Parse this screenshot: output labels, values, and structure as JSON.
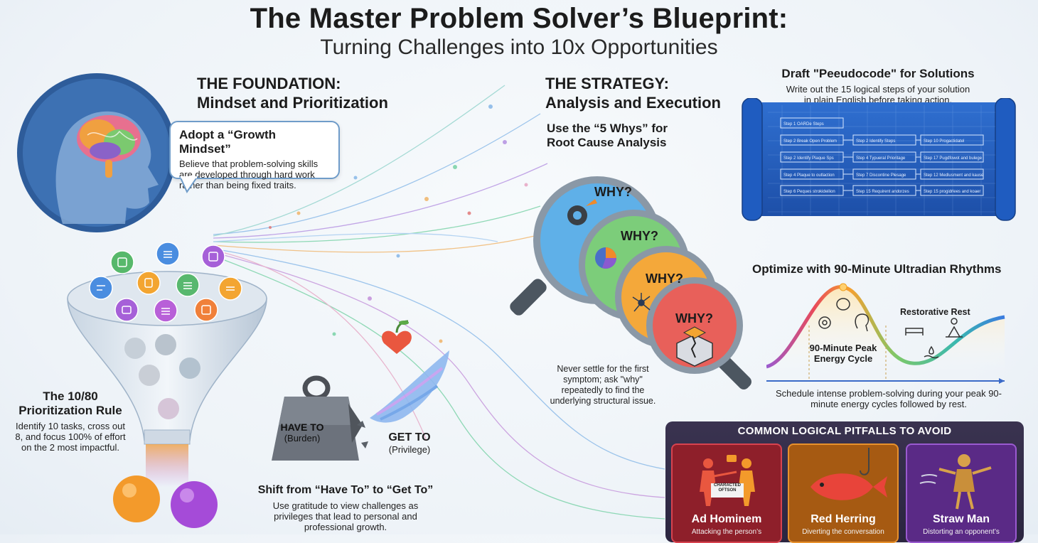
{
  "header": {
    "title": "The Master Problem Solver’s Blueprint:",
    "subtitle": "Turning Challenges into 10x Opportunities"
  },
  "foundation": {
    "heading_line1": "THE FOUNDATION:",
    "heading_line2": "Mindset and Prioritization",
    "growth_title": "Adopt a “Growth Mindset”",
    "growth_body": "Believe that problem-solving skills are developed through hard work rather than being fixed traits.",
    "rule_title_line1": "The 10/80",
    "rule_title_line2": "Prioritization Rule",
    "rule_body": "Identify 10 tasks, cross out 8, and focus 100% of effort on the 2 most impactful.",
    "weight_label_main": "HAVE TO",
    "weight_label_sub": "(Burden)",
    "getto_main": "GET TO",
    "getto_sub": "(Privilege)",
    "shift_title": "Shift from “Have To” to “Get To”",
    "shift_body": "Use gratitude to view challenges as privileges that lead to personal and professional growth."
  },
  "strategy": {
    "heading_line1": "THE STRATEGY:",
    "heading_line2": "Analysis and Execution",
    "whys_title_line1": "Use the “5 Whys” for",
    "whys_title_line2": "Root Cause Analysis",
    "why_label": "WHY?",
    "whys_body": "Never settle for the first symptom; ask \"why\" repeatedly to find the underlying structural issue.",
    "pseudo_title": "Draft \"Peeudocode\" for Solutions",
    "pseudo_body": "Write out the 15 logical steps of your solution in plain English before taking action.",
    "pseudo_steps": [
      "Step 1 OARDe Steps",
      "Step 2 Break Open Problem",
      "Step 2 Identify Steps",
      "Step 10 Progactidatel",
      "Step 2 Identify Plaque Sps",
      "Step 4 Typueral Prioritage",
      "Step 17 Pugdfowot and bulege",
      "Step 4 Plaque to outlaction",
      "Step 7 Discontine Plesage",
      "Step 12 Medlusment and kause",
      "Step 6 Peques strokideilion",
      "Step 15 Requirent andorzes",
      "Step 15 progidrlees and koaer"
    ],
    "ultradian_title": "Optimize with 90-Minute Ultradian Rhythms",
    "peak_label_line1": "90-Minute Peak",
    "peak_label_line2": "Energy Cycle",
    "rest_label": "Restorative Rest",
    "ultradian_body": "Schedule intense problem-solving during your peak 90-minute energy cycles followed by rest."
  },
  "pitfalls": {
    "title": "COMMON LOGICAL PITFALLS TO AVOID",
    "items": [
      {
        "name": "Ad Hominem",
        "desc": "Attacking the person’s",
        "sign": "CHARACTED OFTSON",
        "color": "#8e1f2a",
        "border": "#d8434f"
      },
      {
        "name": "Red Herring",
        "desc": "Diverting the conversation",
        "color": "#a65a12",
        "border": "#e8912c"
      },
      {
        "name": "Straw Man",
        "desc": "Distorting an opponent’s",
        "color": "#5a2a86",
        "border": "#9a5ad0"
      }
    ]
  }
}
